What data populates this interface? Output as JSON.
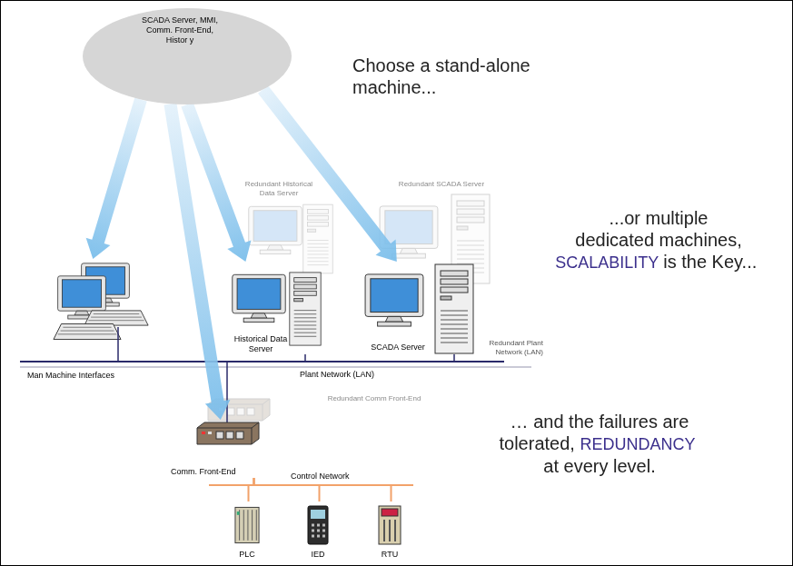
{
  "diagram": {
    "nodes": [
      {
        "text": [
          "SCADA Server, MMI, Comm. Front-End, Histor y"
        ]
      },
      {
        "text": [
          "Man Machine Interfaces"
        ]
      },
      {
        "text": [
          "Historical Data Server"
        ]
      },
      {
        "text": [
          "SCADA Server"
        ]
      },
      {
        "text": [
          "Comm. Front-End"
        ]
      },
      {
        "text": [
          "PLC"
        ]
      },
      {
        "text": [
          "IED"
        ]
      },
      {
        "text": [
          "RTU"
        ]
      }
    ],
    "edges": [
      {
        "from": 0,
        "to": 1,
        "arrow": "to"
      },
      {
        "from": 0,
        "to": 2,
        "arrow": "to"
      },
      {
        "from": 0,
        "to": 3,
        "arrow": "to"
      },
      {
        "from": 0,
        "to": 4,
        "arrow": "to"
      },
      {
        "from": 4,
        "to": 5,
        "arrow": "none"
      },
      {
        "from": 4,
        "to": 6,
        "arrow": "none"
      },
      {
        "from": 4,
        "to": 7,
        "arrow": "none"
      }
    ],
    "labels": [
      "Choose a stand-alone machine...",
      "Redundant Historical Data Server",
      "Redundant SCADA Server",
      "...or multiple dedicated machines,",
      "SCALABILITY",
      "is the Key...",
      "Redundant Plant Network (LAN)",
      "Plant Network (LAN)",
      "Redundant Comm Front-End",
      "Control Network",
      "… and the failures are tolerated,",
      "REDUNDANCY",
      "at every level."
    ]
  }
}
